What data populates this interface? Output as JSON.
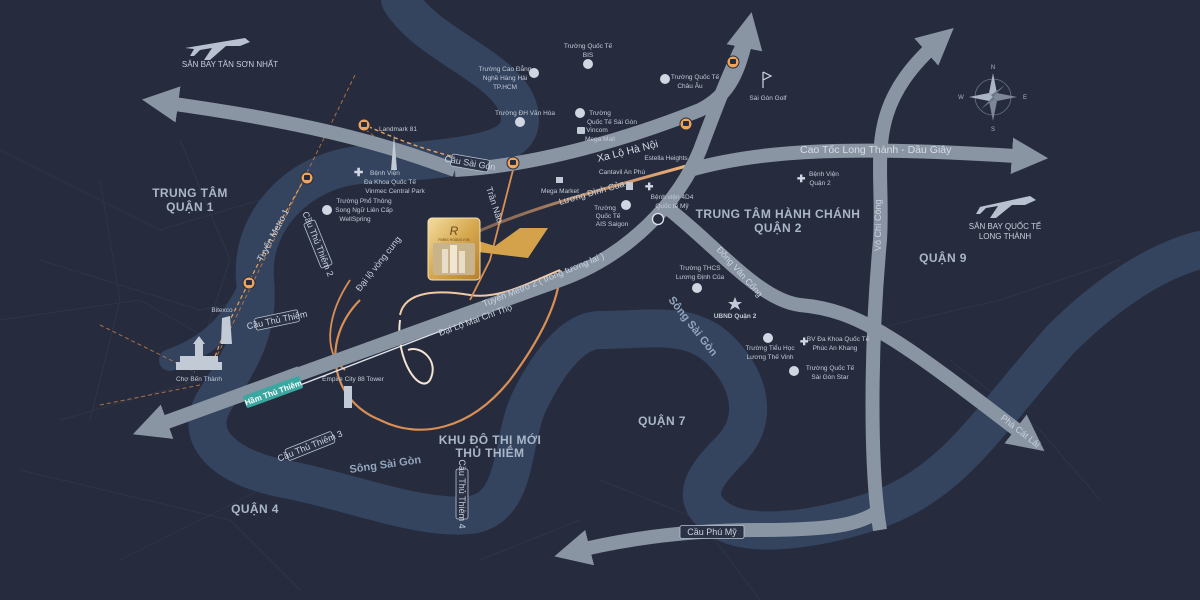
{
  "map": {
    "colors": {
      "background": "#262c3d",
      "river": "#34435e",
      "highway": "#8a95a4",
      "metro_line": "#e6a66a",
      "metro_station": "#f0a35a",
      "project_gold": "#d4a24a",
      "tunnel_teal": "#3aa8a0",
      "ring_road": "#d98f55"
    },
    "districts": {
      "q1_line1": "TRUNG TÂM",
      "q1_line2": "QUẬN 1",
      "q2_line1": "TRUNG TÂM HÀNH CHÁNH",
      "q2_line2": "QUẬN 2",
      "q9": "QUẬN 9",
      "q7": "QUẬN 7",
      "q4": "QUẬN 4",
      "thuthiem_line1": "KHU ĐÔ THỊ MỚI",
      "thuthiem_line2": "THỦ THIÊM"
    },
    "rivers": {
      "saigon_east": "Sông Sài Gòn",
      "saigon_south": "Sông Sài Gòn"
    },
    "airports": {
      "tan_son_nhat": "SÂN BAY TÂN SƠN NHẤT",
      "long_thanh_line1": "SÂN BAY QUỐC TẾ",
      "long_thanh_line2": "LONG THÀNH"
    },
    "roads": {
      "xa_lo_ha_noi": "Xa Lộ Hà Nội",
      "cao_toc": "Cao Tốc Long Thành - Dầu Giây",
      "luong_dinh_cua": "Lương Đình Của",
      "metro2": "Tuyến Metro 2 ( trong tương lai )",
      "mai_chi_tho": "Đại Lộ Mai Chí Thọ",
      "tran_nao": "Trần Não",
      "metro1": "Tuyến Metro 1",
      "vanh_dai": "Đại lộ vòng cung",
      "dong_van_cong": "Đồng Văn Cống",
      "vo_chi_cong": "Võ Chí Công",
      "pha_cat_lai": "Phà Cát Lái"
    },
    "bridges": {
      "cau_sai_gon": "Cầu Sài Gòn",
      "cau_thu_thiem": "Cầu Thủ Thiêm",
      "cau_thu_thiem_2": "Cầu Thủ Thiêm 2",
      "cau_thu_thiem_3": "Cầu Thủ Thiêm 3",
      "cau_thu_thiem_4": "Cầu Thủ Thiêm 4",
      "ham_thu_thiem": "Hầm Thủ Thiêm",
      "cau_phu_my": "Cầu Phú Mỹ"
    },
    "pois": {
      "landmark81": "Landmark 81",
      "vinmec_1": "Bệnh Viện",
      "vinmec_2": "Đa Khoa Quốc Tế",
      "vinmec_3": "Vinmec Central Park",
      "wellspring_1": "Trường Phổ Thông",
      "wellspring_2": "Song Ngữ Liên Cấp",
      "wellspring_3": "WellSpring",
      "hang_hai_1": "Trường Cao Đẳng",
      "hang_hai_2": "Nghề Hàng Hải",
      "hang_hai_3": "TP.HCM",
      "bis_1": "Trường Quốc Tế",
      "bis_2": "BIS",
      "chau_au_1": "Trường Quốc Tế",
      "chau_au_2": "Châu Âu",
      "van_hoa": "Trường ĐH Văn Hóa",
      "qt_saigon_1": "Trường",
      "qt_saigon_2": "Quốc Tế Sài Gòn",
      "vincom_1": "Vincom",
      "vincom_2": "Mega Mall",
      "golf": "Sài Gòn Golf",
      "mega_market": "Mega Market",
      "cantavil": "Cantavil An Phú",
      "estella": "Estella Heights",
      "ais_1": "Trường",
      "ais_2": "Quốc Tế",
      "ais_3": "AIS Saigon",
      "bv_q2_404_1": "Bệnh viện 4D4",
      "bv_q2_404_2": "Quốc tế Mỹ",
      "bv_quan2_1": "Bệnh Viện",
      "bv_quan2_2": "Quận 2",
      "thcs_1": "Trường THCS",
      "thcs_2": "Lương Định Của",
      "ubnd": "UBND Quận 2",
      "tieu_hoc_1": "Trường Tiểu Học",
      "tieu_hoc_2": "Lương Thế Vinh",
      "phuc_an_khang_1": "BV Đa Khoa Quốc Tế",
      "phuc_an_khang_2": "Phúc An Khang",
      "saigon_star_1": "Trường Quốc Tế",
      "saigon_star_2": "Sài Gòn Star",
      "bitexco": "Bitexco",
      "cho_ben_thanh": "Chợ Bến Thành",
      "empire": "Empire City 88 Tower"
    },
    "project": {
      "name": "PARIS HOÀNG KIM"
    },
    "compass": {
      "n": "N",
      "s": "S",
      "e": "E",
      "w": "W"
    }
  }
}
